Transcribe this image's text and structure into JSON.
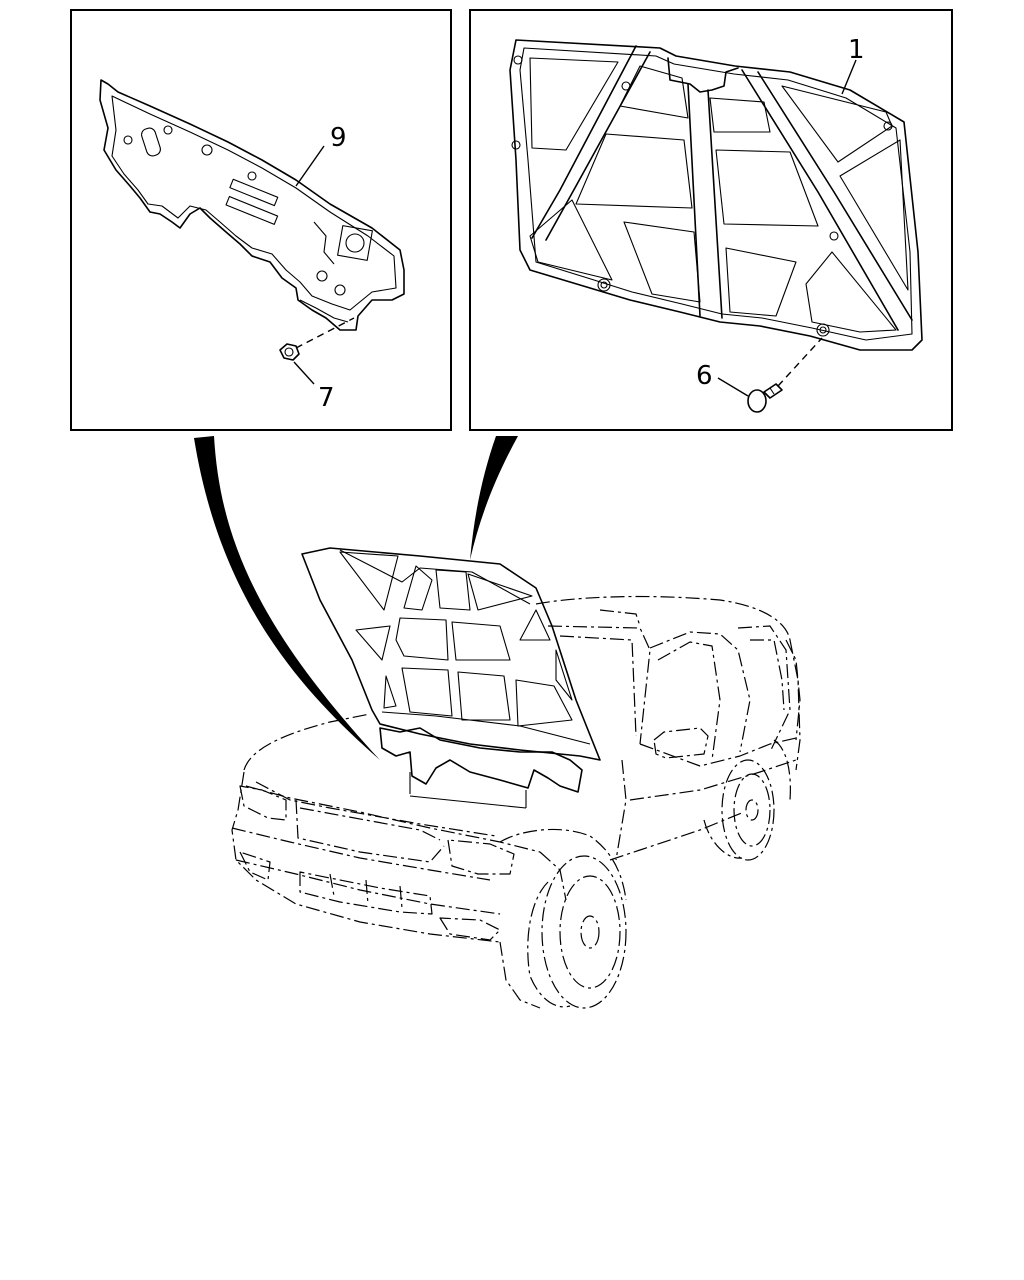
{
  "callouts": {
    "part_1": "1",
    "part_6": "6",
    "part_7": "7",
    "part_9": "9"
  },
  "colors": {
    "line": "#000000",
    "background": "#ffffff"
  }
}
